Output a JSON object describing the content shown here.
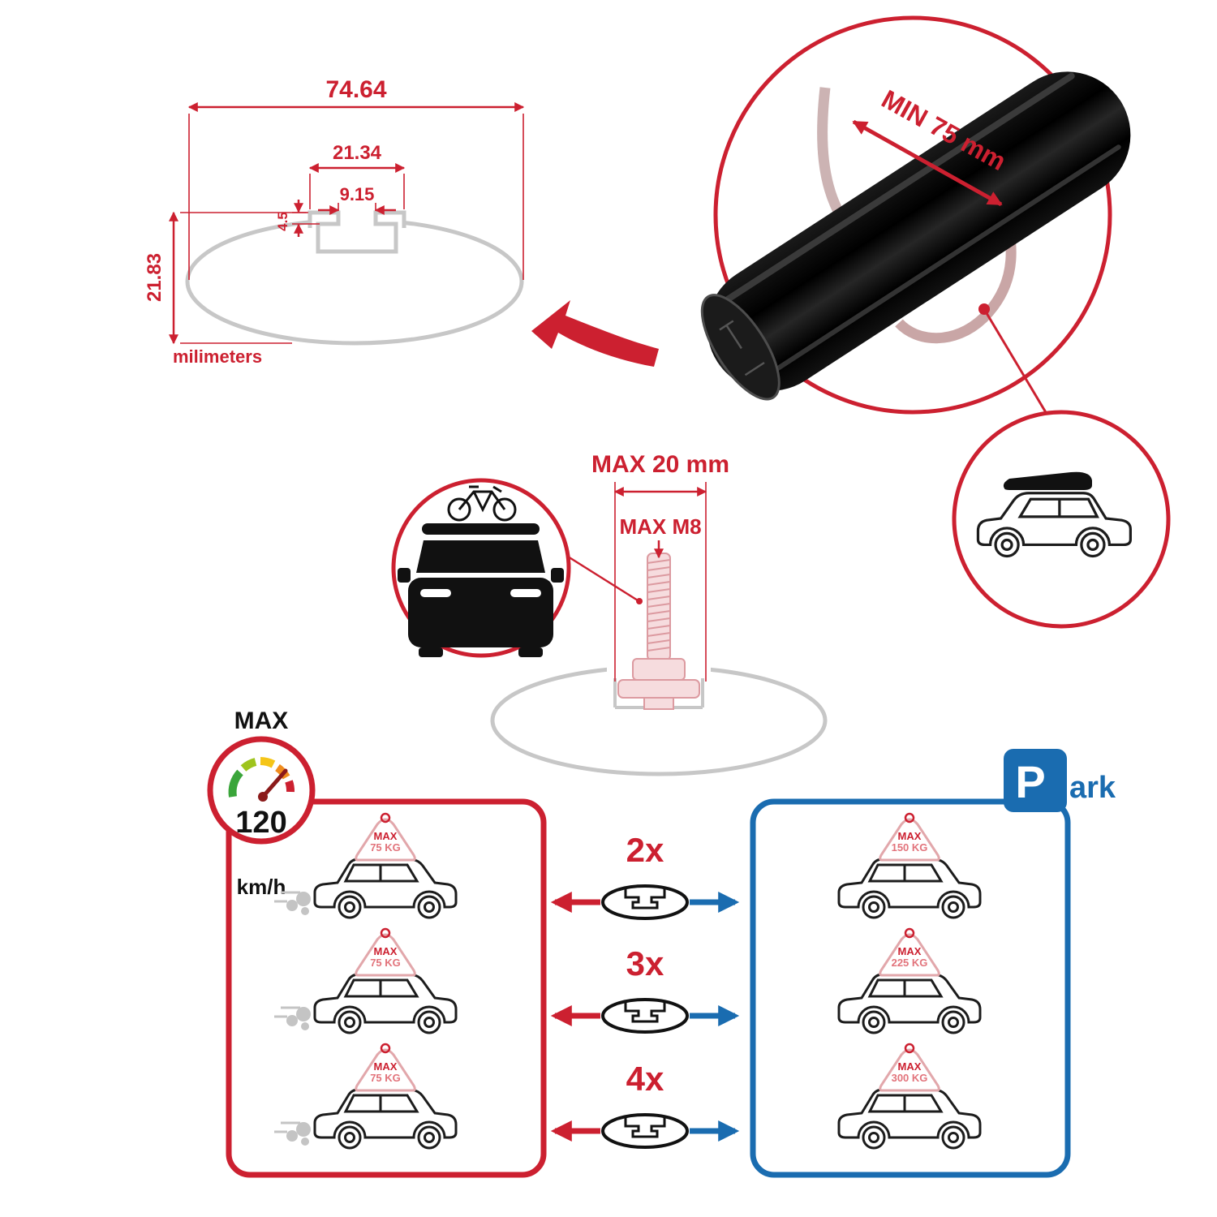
{
  "profile_drawing": {
    "overall_width": "74.64",
    "channel_outer_width": "21.34",
    "channel_opening": "9.15",
    "lip_height": "4.5",
    "profile_height": "21.83",
    "units_label": "milimeters"
  },
  "bar_detail": {
    "min_clamp_span": "MIN 75 mm"
  },
  "bolt_detail": {
    "max_head_width": "MAX 20 mm",
    "max_thread": "MAX M8"
  },
  "speed_limit": {
    "title": "MAX",
    "value": "120",
    "units": "km/h"
  },
  "parking": {
    "sign_letter": "P",
    "sign_suffix": "ark"
  },
  "driving_cars": [
    {
      "max_label": "MAX",
      "load": "75 KG"
    },
    {
      "max_label": "MAX",
      "load": "75 KG"
    },
    {
      "max_label": "MAX",
      "load": "75 KG"
    }
  ],
  "parked_cars": [
    {
      "max_label": "MAX",
      "load": "150 KG"
    },
    {
      "max_label": "MAX",
      "load": "225 KG"
    },
    {
      "max_label": "MAX",
      "load": "300 KG"
    }
  ],
  "bar_counts": [
    {
      "label": "2x"
    },
    {
      "label": "3x"
    },
    {
      "label": "4x"
    }
  ],
  "colors": {
    "red": "#cc2030",
    "blue": "#1a6cb0",
    "gray": "#c7c7c7"
  }
}
